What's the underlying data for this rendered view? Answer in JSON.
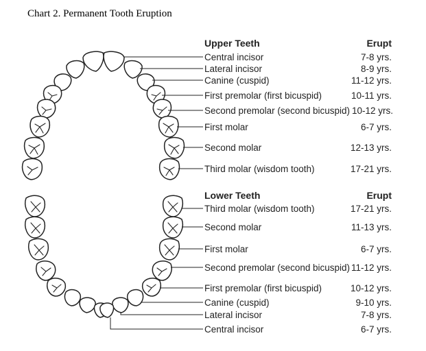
{
  "caption": "Chart 2. Permanent Tooth Eruption",
  "upper": {
    "heading": "Upper Teeth",
    "erupt_heading": "Erupt",
    "rows": [
      {
        "name": "Central incisor",
        "age": "7-8 yrs."
      },
      {
        "name": "Lateral incisor",
        "age": "8-9 yrs."
      },
      {
        "name": "Canine (cuspid)",
        "age": "11-12 yrs."
      },
      {
        "name": "First premolar (first bicuspid)",
        "age": "10-11 yrs."
      },
      {
        "name": "Second premolar (second bicuspid)",
        "age": "10-12 yrs."
      },
      {
        "name": "First molar",
        "age": "6-7 yrs."
      },
      {
        "name": "Second molar",
        "age": "12-13 yrs."
      },
      {
        "name": "Third molar (wisdom tooth)",
        "age": "17-21 yrs."
      }
    ]
  },
  "lower": {
    "heading": "Lower Teeth",
    "erupt_heading": "Erupt",
    "rows": [
      {
        "name": "Third molar (wisdom tooth)",
        "age": "17-21 yrs."
      },
      {
        "name": "Second molar",
        "age": "11-13 yrs."
      },
      {
        "name": "First molar",
        "age": "6-7 yrs."
      },
      {
        "name": "Second premolar (second bicuspid)",
        "age": "11-12 yrs."
      },
      {
        "name": "First premolar (first bicuspid)",
        "age": "10-12 yrs."
      },
      {
        "name": "Canine (cuspid)",
        "age": "9-10 yrs."
      },
      {
        "name": "Lateral incisor",
        "age": "7-8 yrs."
      },
      {
        "name": "Central incisor",
        "age": "6-7 yrs."
      }
    ]
  }
}
